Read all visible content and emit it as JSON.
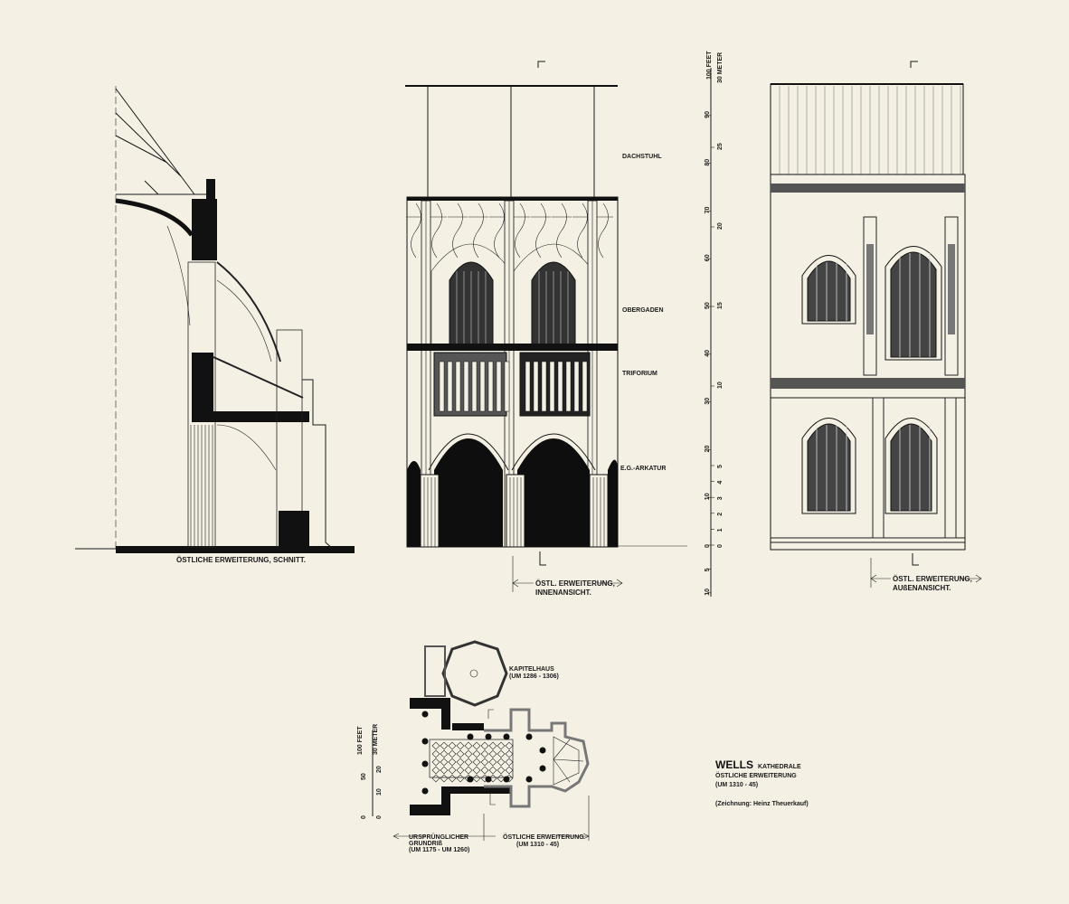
{
  "section": {
    "caption": "ÖSTLICHE ERWEITERUNG, SCHNITT."
  },
  "interior": {
    "labels": {
      "roof": "DACHSTUHL",
      "clerestory": "OBERGADEN",
      "triforium": "TRIFORIUM",
      "arcade": "E.G.-ARKATUR"
    },
    "caption_line1": "ÖSTL. ERWEITERUNG,",
    "caption_line2": "INNENANSICHT."
  },
  "exterior": {
    "caption_line1": "ÖSTL. ERWEITERUNG,",
    "caption_line2": "AUßENANSICHT."
  },
  "elevation_scale": {
    "feet_unit": "100 FEET",
    "meter_unit": "30 METER",
    "feet_labels": [
      "90",
      "80",
      "70",
      "60",
      "50",
      "40",
      "30",
      "20",
      "10",
      "0",
      "5",
      "10"
    ],
    "feet_values": [
      90,
      80,
      70,
      60,
      50,
      40,
      30,
      20,
      10,
      0,
      -5,
      -10
    ],
    "meter_labels": [
      "25",
      "20",
      "15",
      "10",
      "5",
      "4",
      "3",
      "2",
      "1",
      "0"
    ],
    "meter_values": [
      25,
      20,
      15,
      10,
      5,
      4,
      3,
      2,
      1,
      0
    ]
  },
  "plan": {
    "chapter_house": "KAPITELHAUS",
    "chapter_house_date": "(UM 1286 - 1306)",
    "original_line1": "URSPRÜNGLICHER",
    "original_line2": "GRUNDRIß",
    "original_date": "(UM 1175 - UM 1260)",
    "extension": "ÖSTLICHE ERWEITERUNG",
    "extension_date": "(UM 1310 - 45)",
    "scale_feet_unit": "100 FEET",
    "scale_meter_unit": "30 METER",
    "scale_feet_labels": [
      "50",
      "0"
    ],
    "scale_meter_labels": [
      "20",
      "10",
      "0"
    ]
  },
  "title_block": {
    "title": "WELLS",
    "subtitle": "KATHEDRALE",
    "line2": "ÖSTLICHE ERWEITERUNG",
    "line3": "(UM 1310 - 45)",
    "credit": "(Zeichnung: Heinz Theuerkauf)"
  }
}
